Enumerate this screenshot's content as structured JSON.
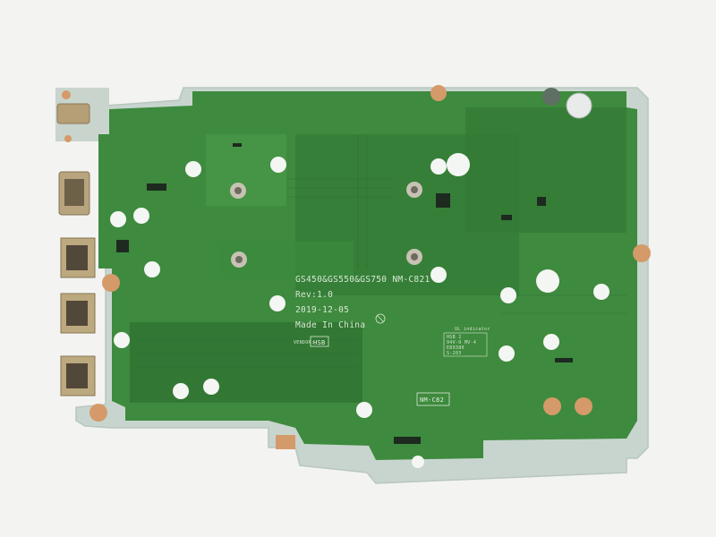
{
  "board": {
    "model_line": "GS450&GS550&GS750  NM-C821",
    "revision": "Rev:1.0",
    "date": "2019-12-05",
    "origin": "Made In China",
    "vendor_label": "VENDOR:",
    "vendor_code": "HSB",
    "part_label": "NM-C82",
    "ul_title": "UL indicator",
    "ul_lines": [
      "HSB 2",
      "94V-0",
      "E89380",
      "S-203"
    ],
    "ul_lines_right": [
      "",
      "MV-4",
      "",
      ""
    ]
  },
  "colors": {
    "pcb_green": "#3f8a3f",
    "pcb_dark": "#2f6f34",
    "tray": "#c9d6d0",
    "background": "#f2f2f1",
    "copper": "#d59a6a"
  }
}
